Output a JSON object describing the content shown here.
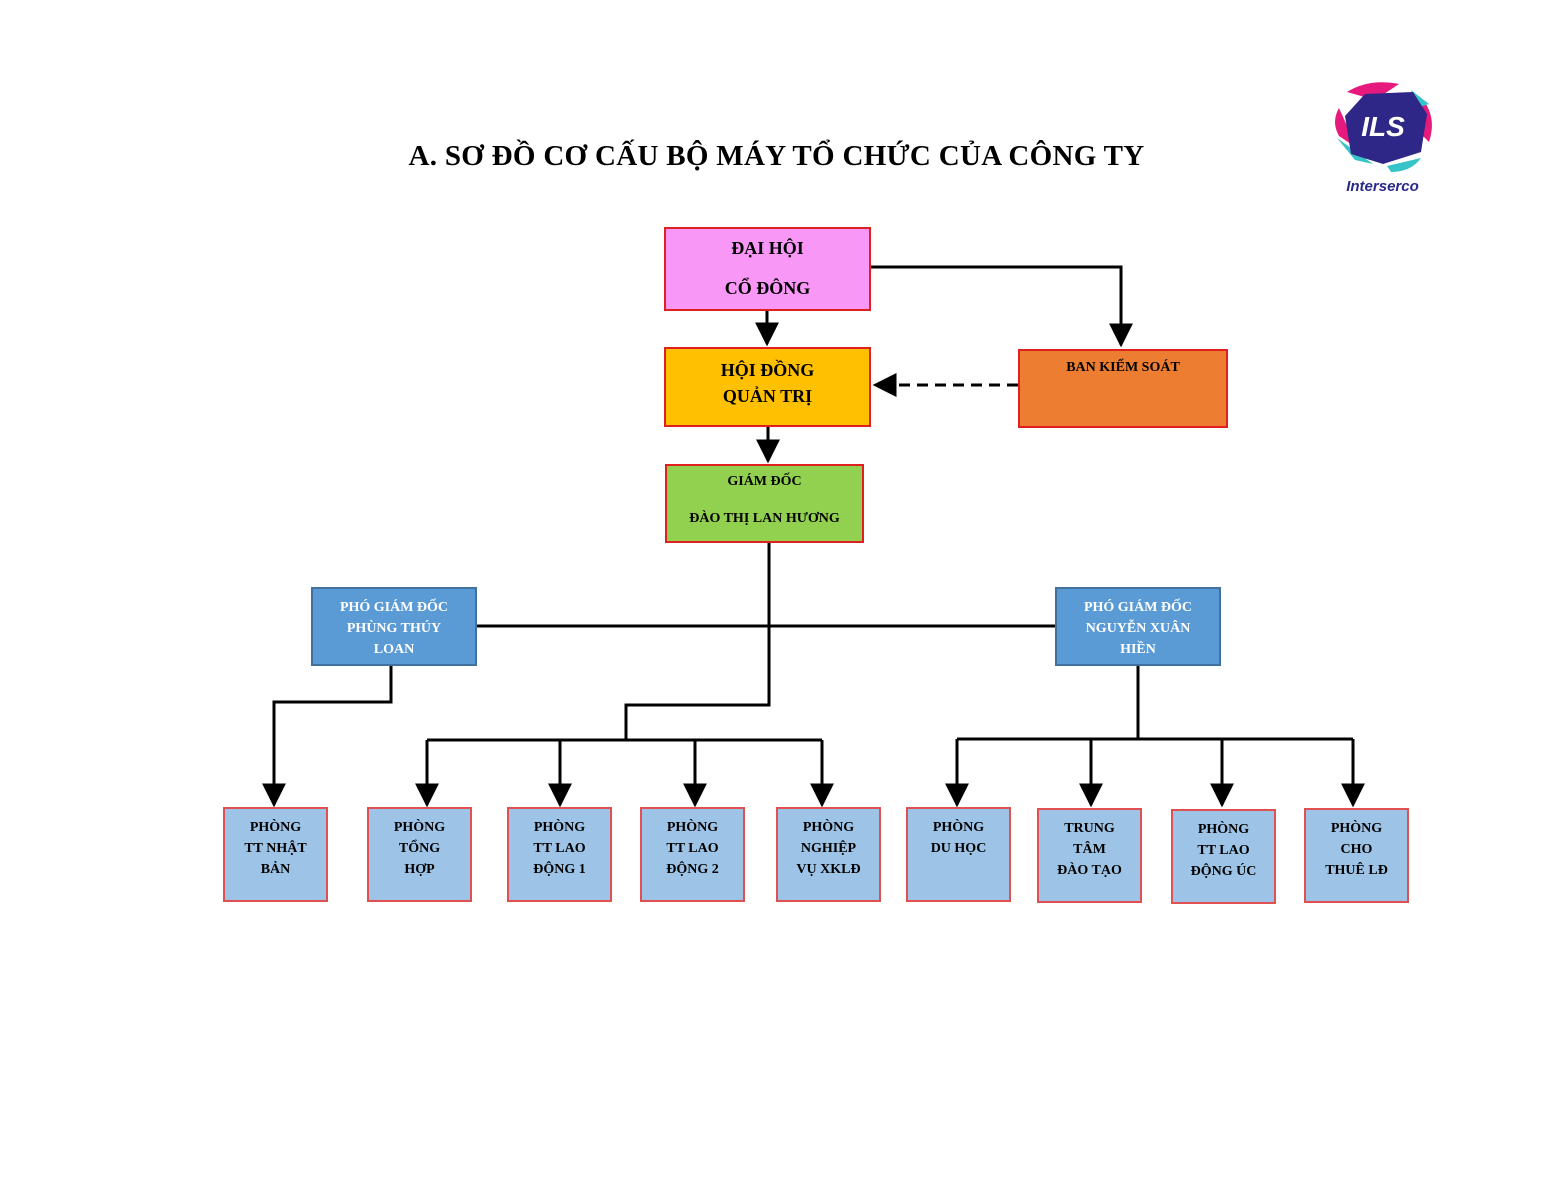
{
  "title": "A.  SƠ ĐỒ CƠ CẤU BỘ MÁY TỔ CHỨC CỦA CÔNG TY",
  "logo": {
    "mark": "ILS",
    "name": "Interserco"
  },
  "nodes": {
    "dai_hoi": [
      "ĐẠI HỘI",
      "CỔ ĐÔNG"
    ],
    "hoi_dong": [
      "HỘI ĐỒNG",
      "QUẢN TRỊ"
    ],
    "ban_kiem_soat": [
      "BAN KIỂM SOÁT"
    ],
    "giam_doc": [
      "GIÁM ĐỐC",
      "ĐÀO THỊ LAN HƯƠNG"
    ],
    "pgd_left": [
      "PHÓ GIÁM ĐỐC",
      "PHÙNG THÚY",
      "LOAN"
    ],
    "pgd_right": [
      "PHÓ GIÁM ĐỐC",
      "NGUYỄN XUÂN",
      "HIỀN"
    ]
  },
  "departments": [
    [
      "PHÒNG",
      "TT NHẬT",
      "BẢN"
    ],
    [
      "PHÒNG",
      "TỔNG",
      "HỢP"
    ],
    [
      "PHÒNG",
      "TT LAO",
      "ĐỘNG 1"
    ],
    [
      "PHÒNG",
      "TT LAO",
      "ĐỘNG 2"
    ],
    [
      "PHÒNG",
      "NGHIỆP",
      "VỤ XKLĐ"
    ],
    [
      "PHÒNG",
      "DU HỌC"
    ],
    [
      "TRUNG",
      "TÂM",
      "ĐÀO TẠO"
    ],
    [
      "PHÒNG",
      "TT LAO",
      "ĐỘNG ÚC"
    ],
    [
      "PHÒNG",
      "CHO",
      "THUÊ LĐ"
    ]
  ],
  "colors": {
    "dai_hoi": "#f997f7",
    "hoi_dong": "#fec000",
    "ban_kiem_soat": "#ed7d31",
    "giam_doc": "#92d050",
    "pho_giam_doc": "#5b9bd5",
    "department": "#9dc3e6",
    "box_border": "#e02020"
  }
}
